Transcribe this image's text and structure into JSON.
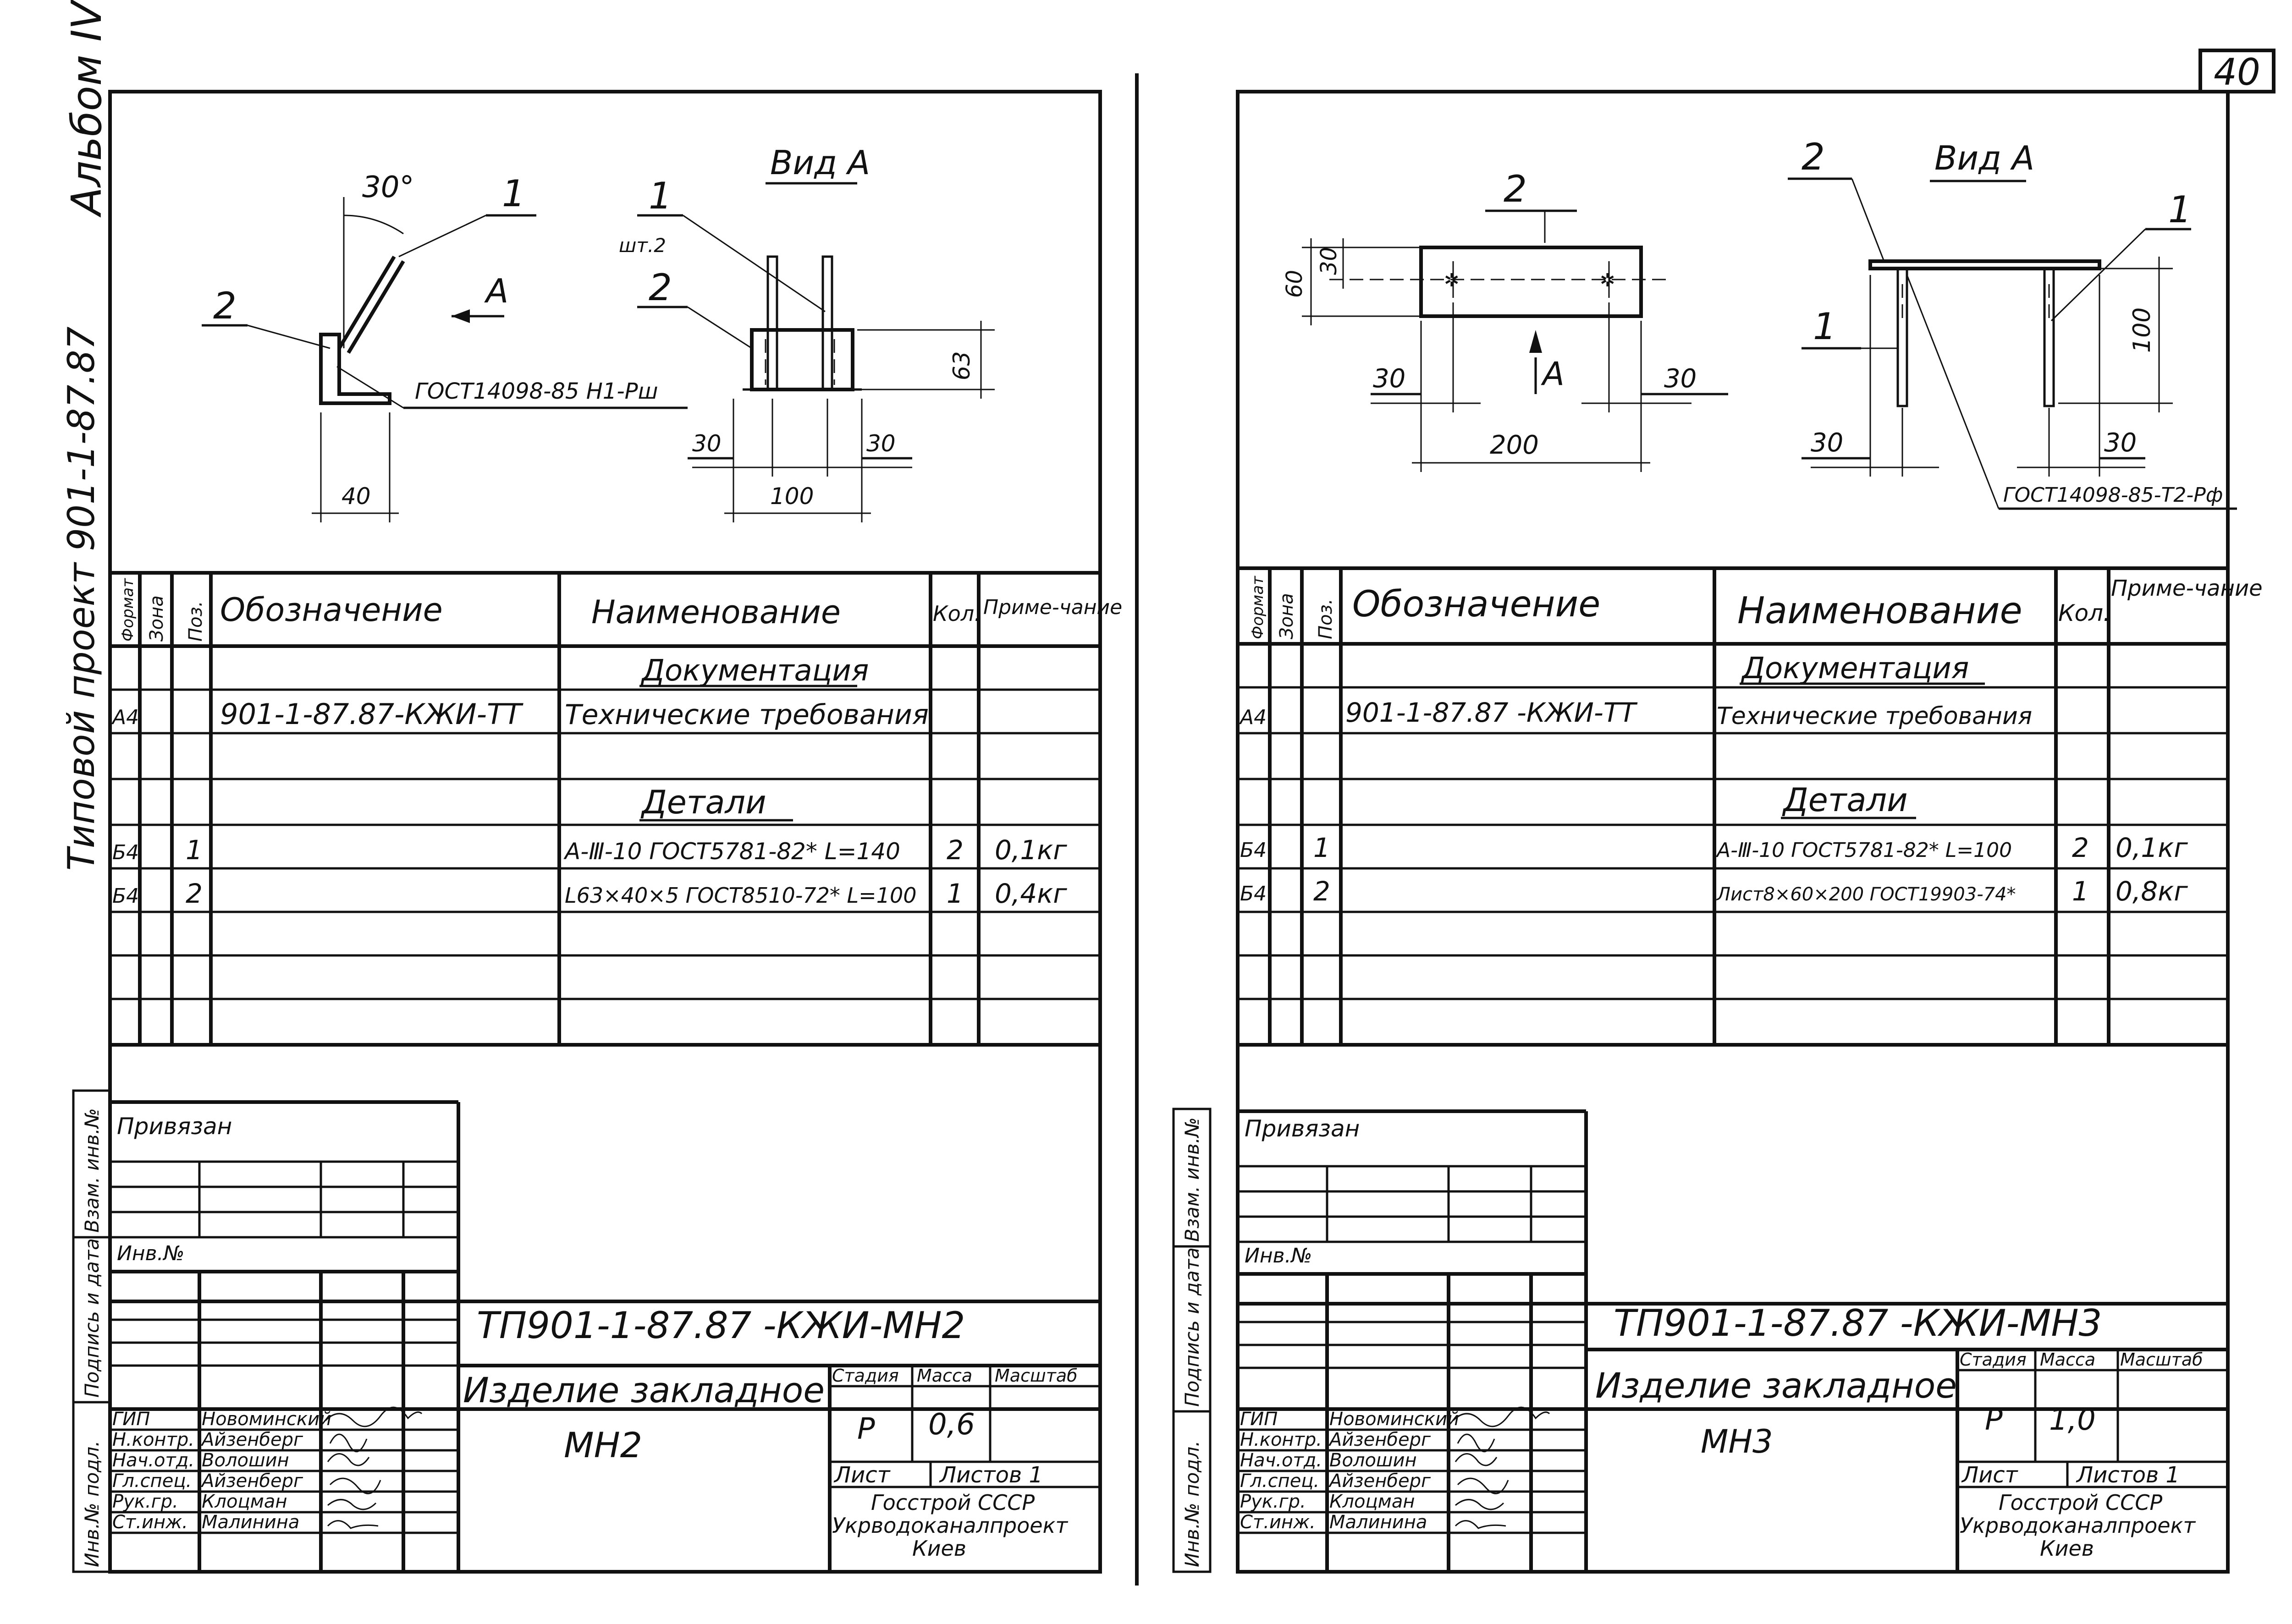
{
  "page_number": "40",
  "album": "Альбом IV",
  "project_side": "Типовой проект 901-1-87.87",
  "side_labels": {
    "vzam": "Взам. инв.№",
    "podpis": "Подпись и дата",
    "inv_podl": "Инв.№ подл."
  },
  "table_headers": {
    "format": "Формат",
    "zona": "Зона",
    "poz": "Поз.",
    "oboznachenie": "Обозначение",
    "naimenovanie": "Наименование",
    "kol": "Кол.",
    "primechanie": "Приме-чание"
  },
  "signature_roles": [
    {
      "role": "ГИП",
      "name": "Новоминский"
    },
    {
      "role": "Н.контр.",
      "name": "Айзенберг"
    },
    {
      "role": "Нач.отд.",
      "name": "Волошин"
    },
    {
      "role": "Гл.спец.",
      "name": "Айзенберг"
    },
    {
      "role": "Рук.гр.",
      "name": "Клоцман"
    },
    {
      "role": "Ст.инж.",
      "name": "Малинина"
    }
  ],
  "stamp_labels": {
    "privyazan": "Привязан",
    "inv_no": "Инв.№",
    "stadiya": "Стадия",
    "massa": "Масса",
    "masshtab": "Масштаб",
    "list": "Лист",
    "listov": "Листов 1",
    "org1": "Госстрой СССР",
    "org2": "Укрводоканалпроект",
    "org3": "Киев"
  },
  "sheets": [
    {
      "id": "mn2",
      "drawing": {
        "view_title": "Вид А",
        "angle": "30°",
        "pos1": "1",
        "pos1_qty": "шт.2",
        "pos2": "2",
        "arrow_label": "А",
        "weld_note": "ГОСТ14098-85 Н1-Рш",
        "dims": {
          "d40": "40",
          "d63": "63",
          "d30a": "30",
          "d30b": "30",
          "d100": "100"
        }
      },
      "spec": {
        "section_docs": "Документация",
        "doc_row": {
          "format": "А4",
          "designation": "901-1-87.87-КЖИ-ТТ",
          "name": "Технические требования"
        },
        "section_parts": "Детали",
        "rows": [
          {
            "format": "Б4",
            "pos": "1",
            "name": "А-Ⅲ-10 ГОСТ5781-82* L=140",
            "qty": "2",
            "note": "0,1кг"
          },
          {
            "format": "Б4",
            "pos": "2",
            "name": "L63×40×5 ГОСТ8510-72* L=100",
            "qty": "1",
            "note": "0,4кг"
          }
        ]
      },
      "stamp": {
        "code": "ТП901-1-87.87  -КЖИ-МН2",
        "title_line1": "Изделие закладное",
        "title_line2": "МН2",
        "stage": "Р",
        "mass": "0,6"
      }
    },
    {
      "id": "mn3",
      "drawing": {
        "view_title": "Вид А",
        "pos1": "1",
        "pos2": "2",
        "arrow_label": "А",
        "weld_note": "ГОСТ14098-85-Т2-Рф",
        "dims": {
          "d60": "60",
          "d30v": "30",
          "d30l": "30",
          "d30r": "30",
          "d200": "200",
          "d100": "100",
          "d30c": "30",
          "d30d": "30"
        }
      },
      "spec": {
        "section_docs": "Документация",
        "doc_row": {
          "format": "А4",
          "designation": "901-1-87.87  -КЖИ-ТТ",
          "name": "Технические требования"
        },
        "section_parts": "Детали",
        "rows": [
          {
            "format": "Б4",
            "pos": "1",
            "name": "А-Ⅲ-10 ГОСТ5781-82* L=100",
            "qty": "2",
            "note": "0,1кг"
          },
          {
            "format": "Б4",
            "pos": "2",
            "name": "Лист8×60×200 ГОСТ19903-74*",
            "qty": "1",
            "note": "0,8кг"
          }
        ]
      },
      "stamp": {
        "code": "ТП901-1-87.87  -КЖИ-МН3",
        "title_line1": "Изделие закладное",
        "title_line2": "МН3",
        "stage": "Р",
        "mass": "1,0"
      }
    }
  ]
}
